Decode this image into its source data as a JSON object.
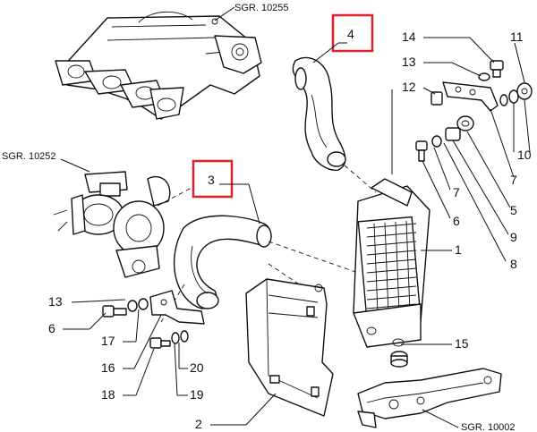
{
  "references": {
    "intake_manifold": "SGR. 10255",
    "turbocharger": "SGR. 10252",
    "bracket_crossmember": "SGR. 10002"
  },
  "callouts": {
    "c1": "1",
    "c2": "2",
    "c3": "3",
    "c4": "4",
    "c5": "5",
    "c6": "6",
    "c6b": "6",
    "c7": "7",
    "c7b": "7",
    "c8": "8",
    "c9": "9",
    "c10": "10",
    "c11": "11",
    "c12": "12",
    "c13": "13",
    "c13b": "13",
    "c14": "14",
    "c15": "15",
    "c16": "16",
    "c17": "17",
    "c18": "18",
    "c19": "19",
    "c20": "20"
  },
  "highlighted_parts": [
    "3",
    "4"
  ],
  "colors": {
    "highlight": "#e0202a",
    "line": "#111111"
  }
}
